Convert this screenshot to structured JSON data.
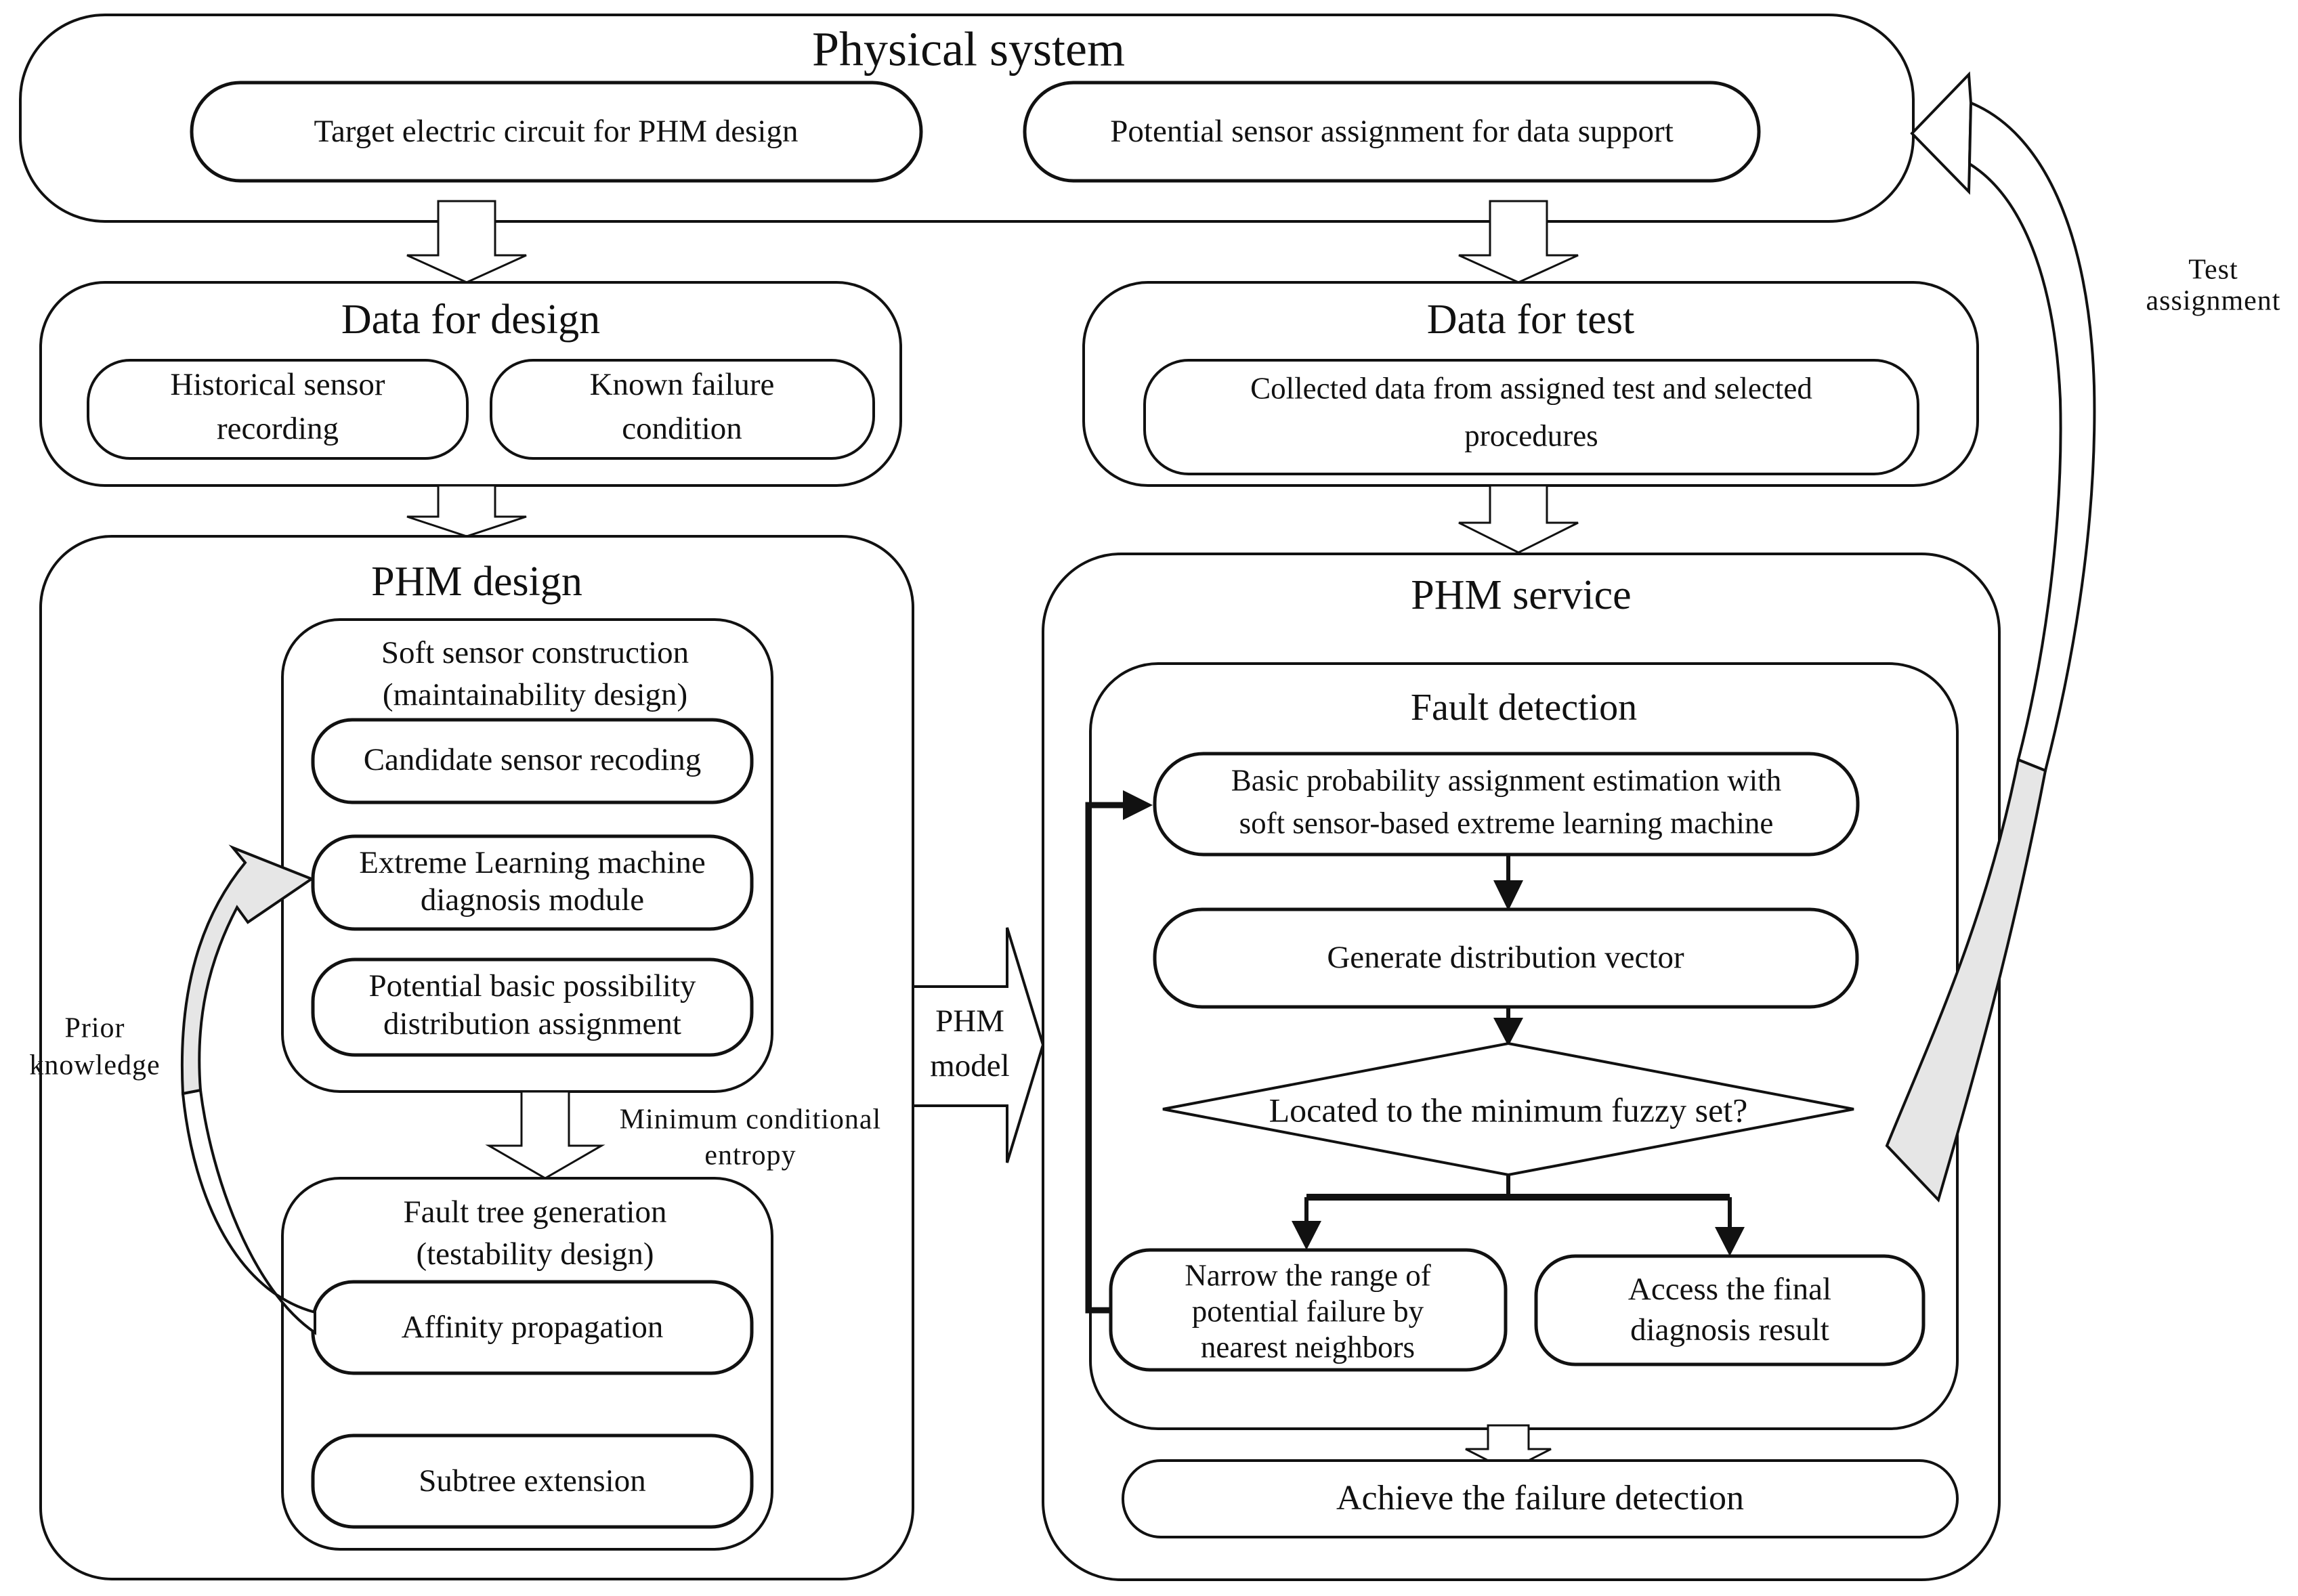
{
  "colors": {
    "stroke": "#111111",
    "background": "#ffffff",
    "gray_arrow_fill": "#e6e6e6"
  },
  "physical_system": {
    "title": "Physical system",
    "target_circuit": "Target electric circuit for PHM design",
    "sensor_assignment": "Potential sensor assignment for data support"
  },
  "data_for_design": {
    "title": "Data for design",
    "historical_line1": "Historical sensor",
    "historical_line2": "recording",
    "known_line1": "Known failure",
    "known_line2": "condition"
  },
  "data_for_test": {
    "title": "Data for test",
    "collected_line1": "Collected data from assigned test and selected",
    "collected_line2": "procedures"
  },
  "phm_design": {
    "title": "PHM design",
    "soft_sensor_title_line1": "Soft sensor construction",
    "soft_sensor_title_line2": "(maintainability design)",
    "candidate_sensor": "Candidate sensor recoding",
    "elm_line1": "Extreme Learning machine",
    "elm_line2": "diagnosis module",
    "potential_line1": "Potential basic possibility",
    "potential_line2": "distribution assignment",
    "entropy_label_line1": "Minimum conditional",
    "entropy_label_line2": "entropy",
    "fault_tree_title_line1": "Fault tree generation",
    "fault_tree_title_line2": "(testability design)",
    "affinity": "Affinity propagation",
    "subtree": "Subtree extension"
  },
  "phm_service": {
    "title": "PHM service",
    "fault_detection_title": "Fault detection",
    "bpa_line1": "Basic probability assignment estimation with",
    "bpa_line2": "soft sensor-based extreme learning machine",
    "generate_vector": "Generate distribution vector",
    "decision": "Located to the minimum fuzzy set?",
    "narrow_line1": "Narrow the range of",
    "narrow_line2": "potential failure by",
    "narrow_line3": "nearest neighbors",
    "access_line1": "Access the final",
    "access_line2": "diagnosis result",
    "achieve": "Achieve the failure detection"
  },
  "labels": {
    "prior_line1": "Prior",
    "prior_line2": "knowledge",
    "phm_model_line1": "PHM",
    "phm_model_line2": "model",
    "test_line1": "Test",
    "test_line2": "assignment"
  }
}
